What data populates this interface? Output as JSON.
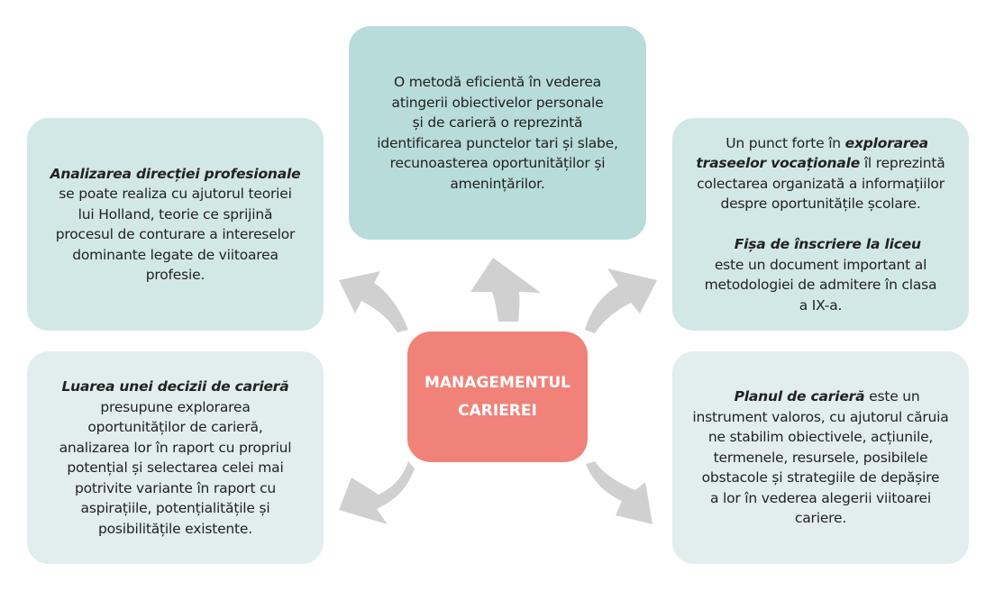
{
  "diagram": {
    "center": {
      "lines": [
        "MANAGEMENTUL",
        "CARIEREI"
      ],
      "color": "#f0827a"
    },
    "arrow_color": "#d0d0d0",
    "boxes": {
      "top": {
        "color": "#b8dcd9",
        "lines": [
          "O metodă eficientă în vederea",
          "atingerii obiectivelor personale",
          "și de carieră o reprezintă",
          "identificarea punctelor tari și slabe,",
          "recunoasterea oportunităților și",
          "amenințărilor."
        ]
      },
      "left_top": {
        "color": "#d2e8e6",
        "heading": "Analizarea direcției profesionale",
        "lines": [
          "se poate realiza cu ajutorul teoriei",
          "lui Holland, teorie ce sprijină",
          "procesul de conturare a intereselor",
          "dominante legate de viitoarea",
          "profesie."
        ]
      },
      "right_top": {
        "color": "#d2e8e6",
        "line1_plain": "Un punct forte în ",
        "line1_emph": "explorarea",
        "line2_emph": "traseelor vocaționale",
        "line2_plain": " îl reprezintă",
        "lines_a": [
          "colectarea organizată a informațiilor",
          "despre oportunitățile școlare."
        ],
        "heading2": "Fișa de înscriere la liceu",
        "lines_b": [
          "este un document important al",
          "metodologiei de admitere în clasa",
          "a IX-a."
        ]
      },
      "left_bottom": {
        "color": "#e2eeed",
        "heading": "Luarea unei decizii de carieră",
        "lines": [
          "presupune explorarea",
          "oportunităților de carieră,",
          "analizarea lor în raport cu propriul",
          "potențial și selectarea celei mai",
          "potrivite variante în raport cu",
          "aspirațiile, potențialitățile și",
          "posibilitățile  existente."
        ]
      },
      "right_bottom": {
        "color": "#e2eeed",
        "heading": "Planul de carieră",
        "heading_tail": " este un",
        "lines": [
          "instrument valoros, cu ajutorul căruia",
          "ne stabilim obiectivele, acțiunile,",
          "termenele, resursele, posibilele",
          "obstacole și strategiile de depășire",
          "a lor în vederea alegerii viitoarei",
          "cariere."
        ]
      }
    }
  }
}
